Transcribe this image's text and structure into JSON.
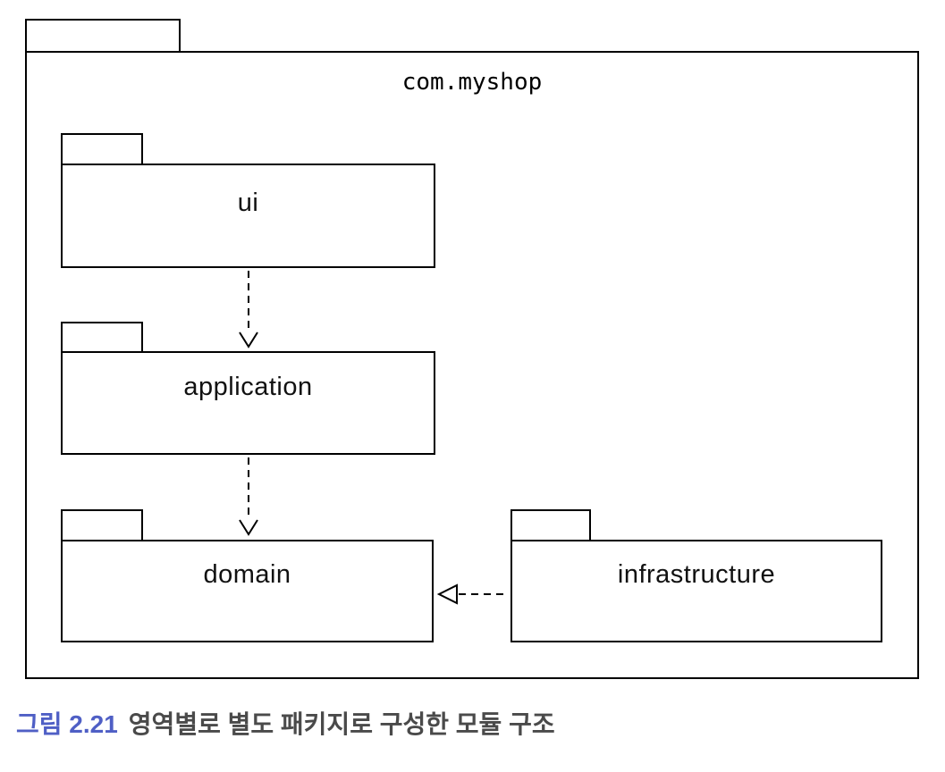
{
  "figure": {
    "outer_package_label": "com.myshop",
    "packages": [
      {
        "label": "ui"
      },
      {
        "label": "application"
      },
      {
        "label": "domain"
      },
      {
        "label": "infrastructure"
      }
    ],
    "relations": [
      {
        "from": "ui",
        "to": "application",
        "type": "dashed-dependency-open-arrow"
      },
      {
        "from": "application",
        "to": "domain",
        "type": "dashed-dependency-open-arrow"
      },
      {
        "from": "infrastructure",
        "to": "domain",
        "type": "dashed-realization-hollow-triangle"
      }
    ]
  },
  "caption": {
    "figure_label": "그림 2.21",
    "text": "영역별로 별도 패키지로 구성한 모듈 구조"
  },
  "colors": {
    "line": "#000000",
    "background": "#ffffff",
    "caption_label": "#4f5fc5",
    "caption_text": "#4a4a4a"
  }
}
